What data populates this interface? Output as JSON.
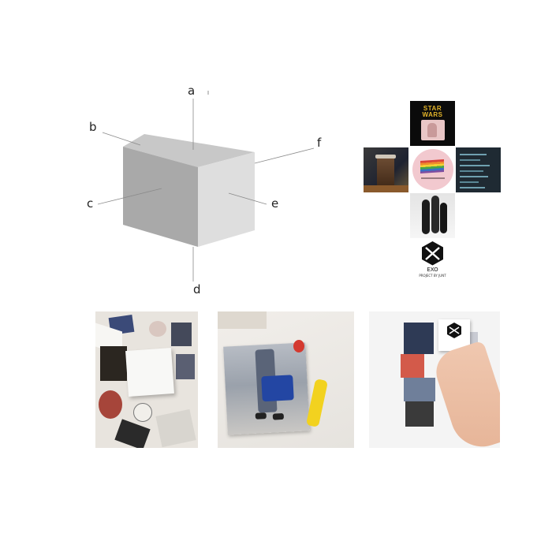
{
  "diagram": {
    "face_labels": {
      "a": "a",
      "b": "b",
      "c": "c",
      "d": "d",
      "e": "e",
      "f": "f"
    },
    "colors": {
      "top_face": "#c8c8c8",
      "left_face": "#a9a9a9",
      "right_face": "#dedede",
      "leader_line": "#8a8a8a"
    }
  },
  "net": {
    "top_tile_title": "STAR WARS",
    "brand_wordmark": "EXO",
    "brand_caption": "PROJECT BY JUNT"
  }
}
